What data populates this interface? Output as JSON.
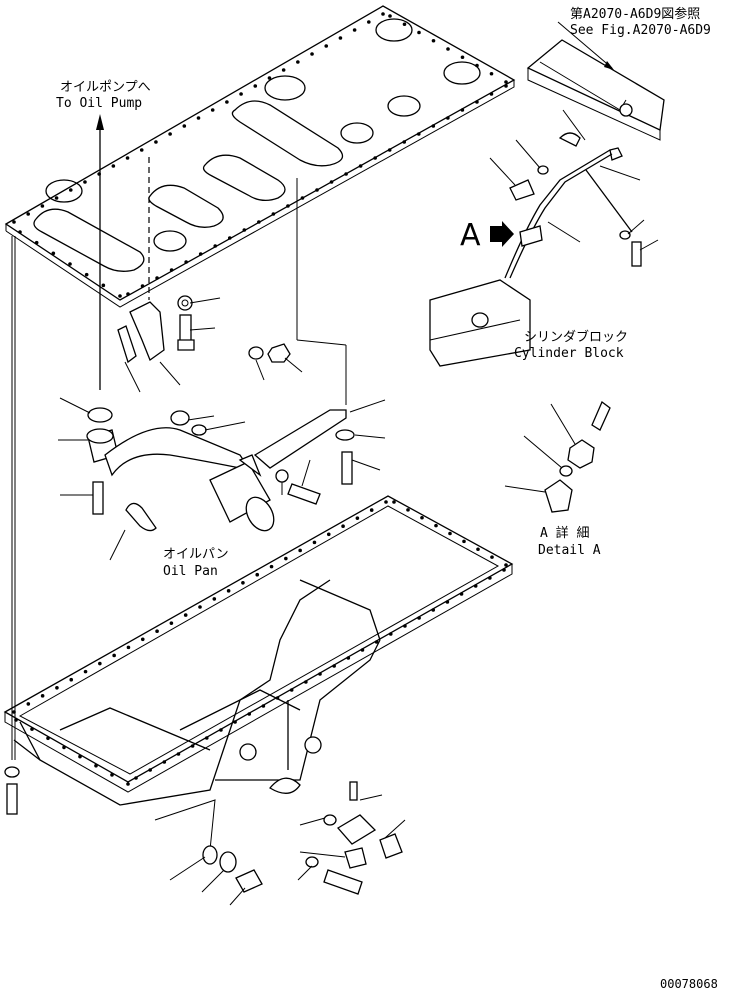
{
  "references": {
    "see_fig_jp": "第A2070-A6D9図参照",
    "see_fig_en": "See Fig.A2070-A6D9"
  },
  "labels": {
    "to_oil_pump_jp": "オイルポンプへ",
    "to_oil_pump_en": "To Oil Pump",
    "oil_pan_jp": "オイルパン",
    "oil_pan_en": "Oil Pan",
    "cylinder_block_jp": "シリンダブロック",
    "cylinder_block_en": "Cylinder Block",
    "detail_jp": "A 詳 細",
    "detail_en": "Detail A",
    "view_marker": "A"
  },
  "drawing_number": "00078068"
}
